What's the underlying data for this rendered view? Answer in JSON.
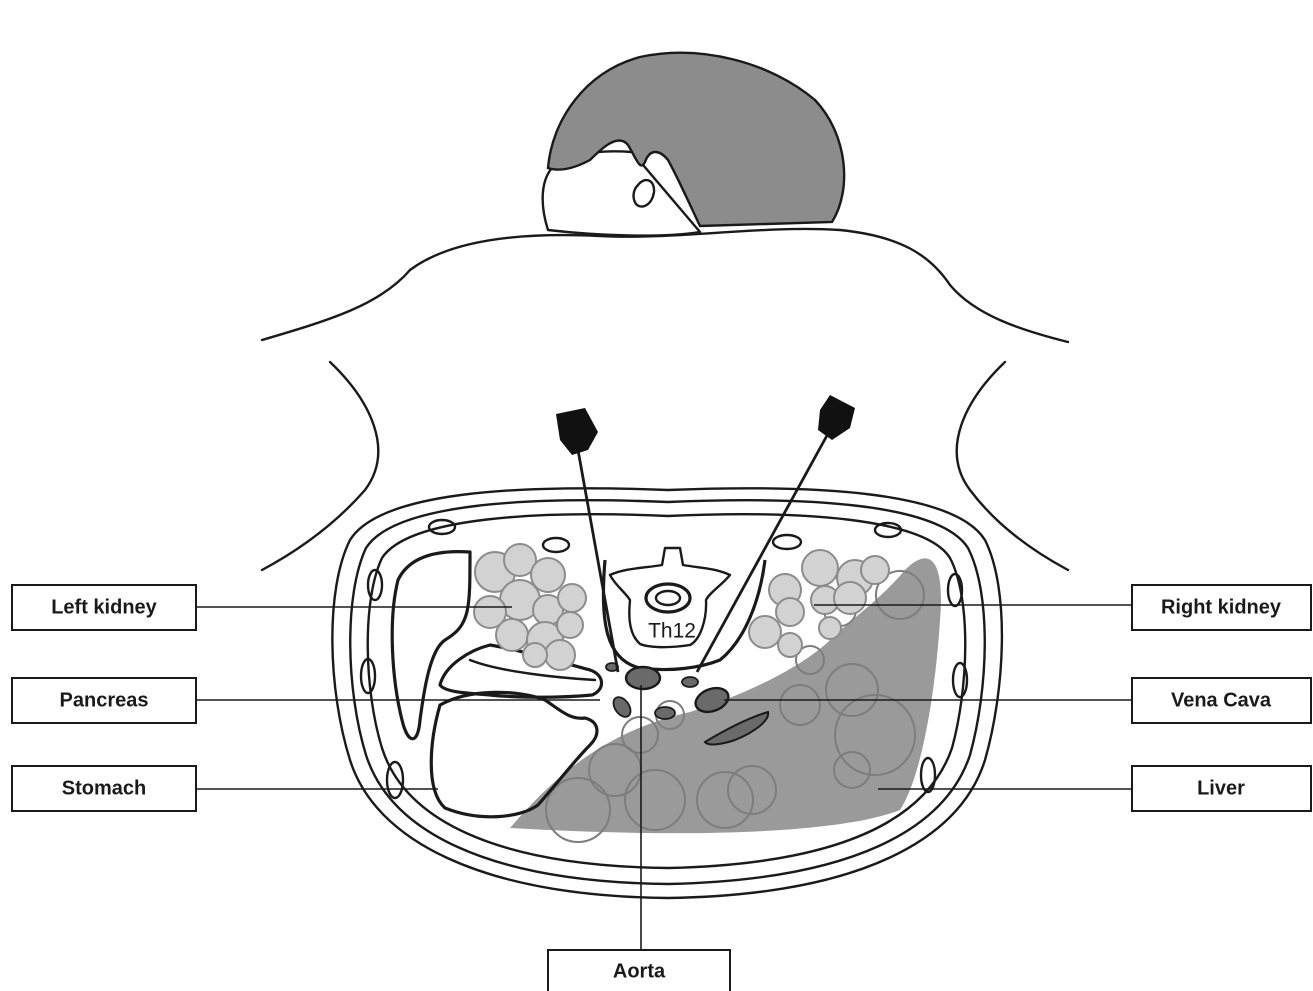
{
  "labels": {
    "left_kidney": "Left kidney",
    "pancreas": "Pancreas",
    "stomach": "Stomach",
    "right_kidney": "Right kidney",
    "vena_cava": "Vena Cava",
    "liver": "Liver",
    "aorta": "Aorta",
    "vertebra": "Th12"
  },
  "colors": {
    "hair": "#8c8c8c",
    "liver": "#9a9a9a",
    "kidney_bubbles": "#d2d2d2",
    "vessels": "#6a6a6a",
    "probe": "#111111",
    "outline": "#1a1a1a"
  }
}
